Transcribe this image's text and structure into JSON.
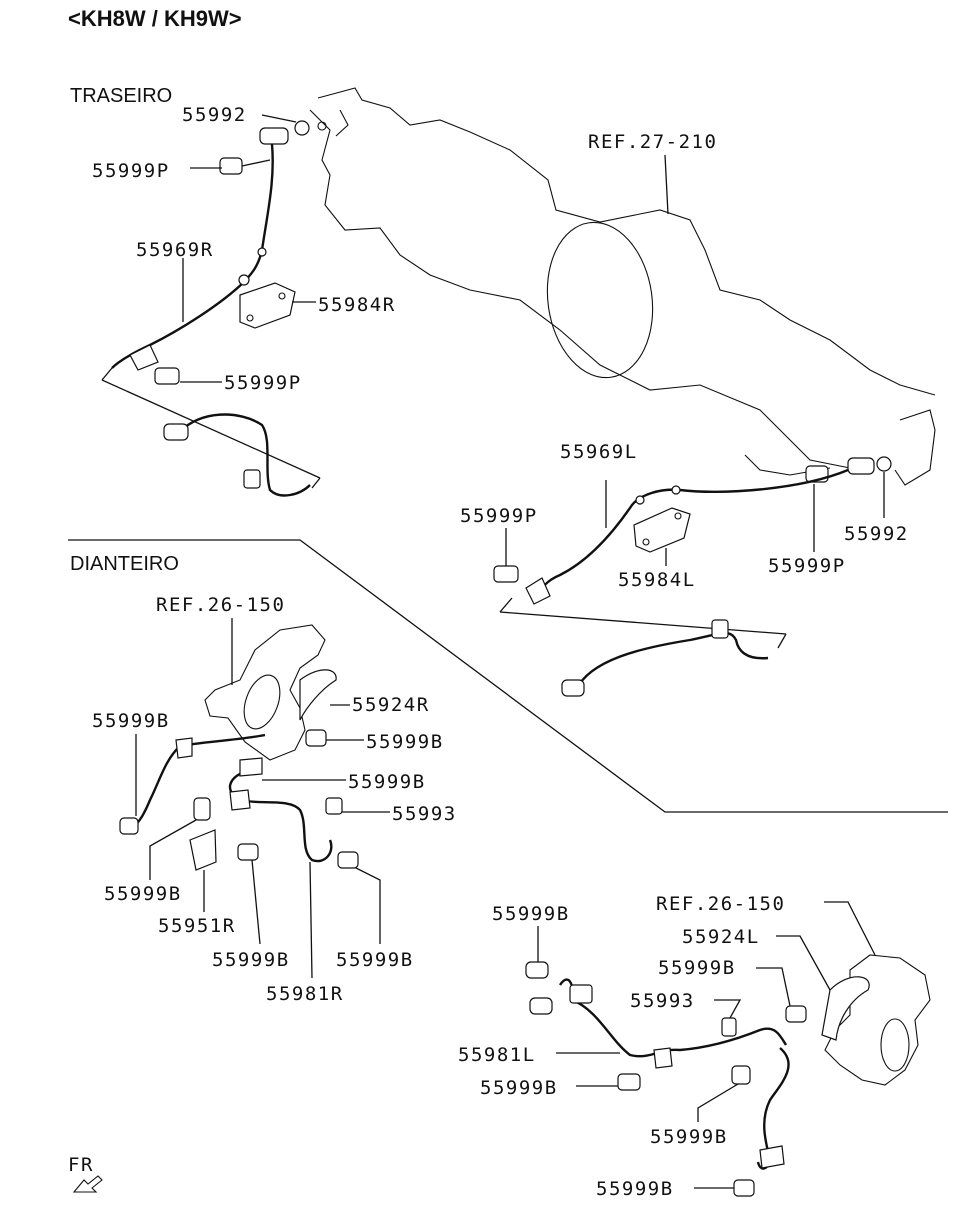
{
  "header": "<KH8W / KH9W>",
  "sections": {
    "rear": "TRASEIRO",
    "front": "DIANTEIRO"
  },
  "arrow_label": "FR",
  "rear_left": {
    "p1": "55992",
    "p2": "55999P",
    "p3": "55969R",
    "p4": "55984R",
    "p5": "55999P"
  },
  "rear_ref": "REF.27-210",
  "rear_right": {
    "p1": "55969L",
    "p2": "55999P",
    "p3": "55984L",
    "p4": "55999P",
    "p5": "55992"
  },
  "front_right_side": {
    "ref": "REF.26-150",
    "p1": "55924R",
    "p2": "55999B",
    "p3": "55999B",
    "p4": "55999B",
    "p5": "55993",
    "p6": "55999B",
    "p7": "55951R",
    "p8": "55999B",
    "p9": "55999B",
    "p10": "55981R"
  },
  "front_left_side": {
    "ref": "REF.26-150",
    "p1": "55999B",
    "p2": "55924L",
    "p3": "55999B",
    "p4": "55993",
    "p5": "55981L",
    "p6": "55999B",
    "p7": "55999B",
    "p8": "55999B"
  }
}
